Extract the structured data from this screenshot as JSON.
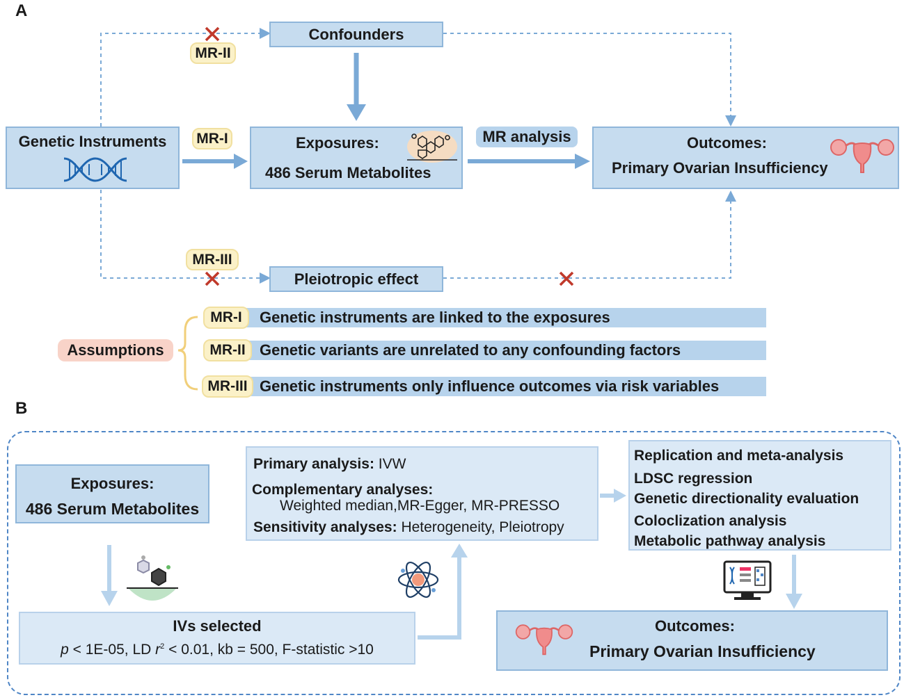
{
  "panel_a": {
    "label": "A",
    "confounders": "Confounders",
    "genetic_instruments": "Genetic Instruments",
    "exposures_title": "Exposures:",
    "exposures_sub": "486 Serum Metabolites",
    "outcomes_title": "Outcomes:",
    "outcomes_sub": "Primary Ovarian Insufficiency",
    "pleiotropic": "Pleiotropic effect",
    "mr_analysis": "MR analysis",
    "mr_i": "MR-I",
    "mr_ii": "MR-II",
    "mr_iii": "MR-III",
    "assumptions_label": "Assumptions",
    "assumptions": [
      {
        "tag": "MR-I",
        "text": "Genetic instruments are linked to the exposures"
      },
      {
        "tag": "MR-II",
        "text": "Genetic variants are unrelated to any confounding factors"
      },
      {
        "tag": "MR-III",
        "text": "Genetic instruments only influence outcomes via risk variables"
      }
    ]
  },
  "panel_b": {
    "label": "B",
    "exposures_title": "Exposures:",
    "exposures_sub": "486 Serum Metabolites",
    "ivs_title": "IVs selected",
    "ivs_p": "p",
    "ivs_p_rest": " < 1E-05,  LD ",
    "ivs_r": "r",
    "ivs_r_sup": "2",
    "ivs_rest": " < 0.01,  kb = 500,  F-statistic >10",
    "primary_label": "Primary analysis:",
    "primary_value": " IVW",
    "complementary_label": "Complementary analyses:",
    "complementary_value": "Weighted median,MR-Egger, MR-PRESSO",
    "sensitivity_label": "Sensitivity analyses:",
    "sensitivity_value": " Heterogeneity, Pleiotropy",
    "further": [
      "Replication and meta-analysis",
      "LDSC regression",
      "Genetic directionality evaluation",
      "Coloclization analysis",
      "Metabolic pathway analysis"
    ],
    "outcomes_title": "Outcomes:",
    "outcomes_sub": "Primary Ovarian Insufficiency"
  },
  "colors": {
    "box_fill": "#c6dcef",
    "box_border": "#8fb6da",
    "arrow": "#7aa9d6",
    "dashed": "#7aa9d6",
    "cross": "#c0392b",
    "pill": "#fbf1c8",
    "assumptions_pill": "#f8d3c8",
    "brace": "#f1cf7a"
  }
}
